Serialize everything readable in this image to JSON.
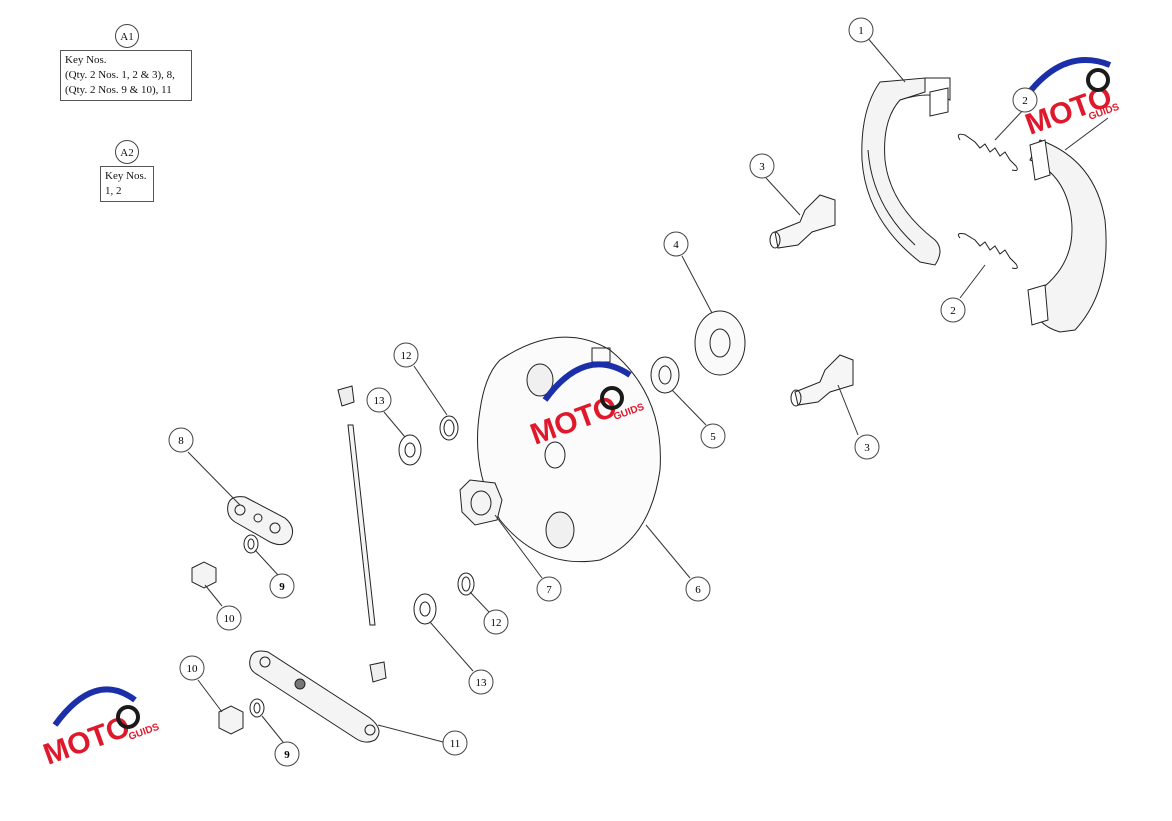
{
  "notes": [
    {
      "tag": "A1",
      "lines": [
        "Key Nos.",
        "(Qty. 2 Nos. 1, 2 & 3), 8,",
        "(Qty. 2 Nos. 9 & 10), 11"
      ]
    },
    {
      "tag": "A2",
      "lines": [
        "Key Nos.",
        "1, 2"
      ]
    }
  ],
  "callouts": [
    "1",
    "2",
    "2",
    "3",
    "3",
    "4",
    "5",
    "6",
    "7",
    "8",
    "9",
    "9",
    "10",
    "10",
    "11",
    "12",
    "12",
    "13",
    "13"
  ],
  "watermark": {
    "brand": "MOTO",
    "sub": "GUIDS",
    "colors": {
      "red": "#e0182b",
      "blue": "#1b2fa8",
      "dark": "#1a1a1a"
    }
  }
}
